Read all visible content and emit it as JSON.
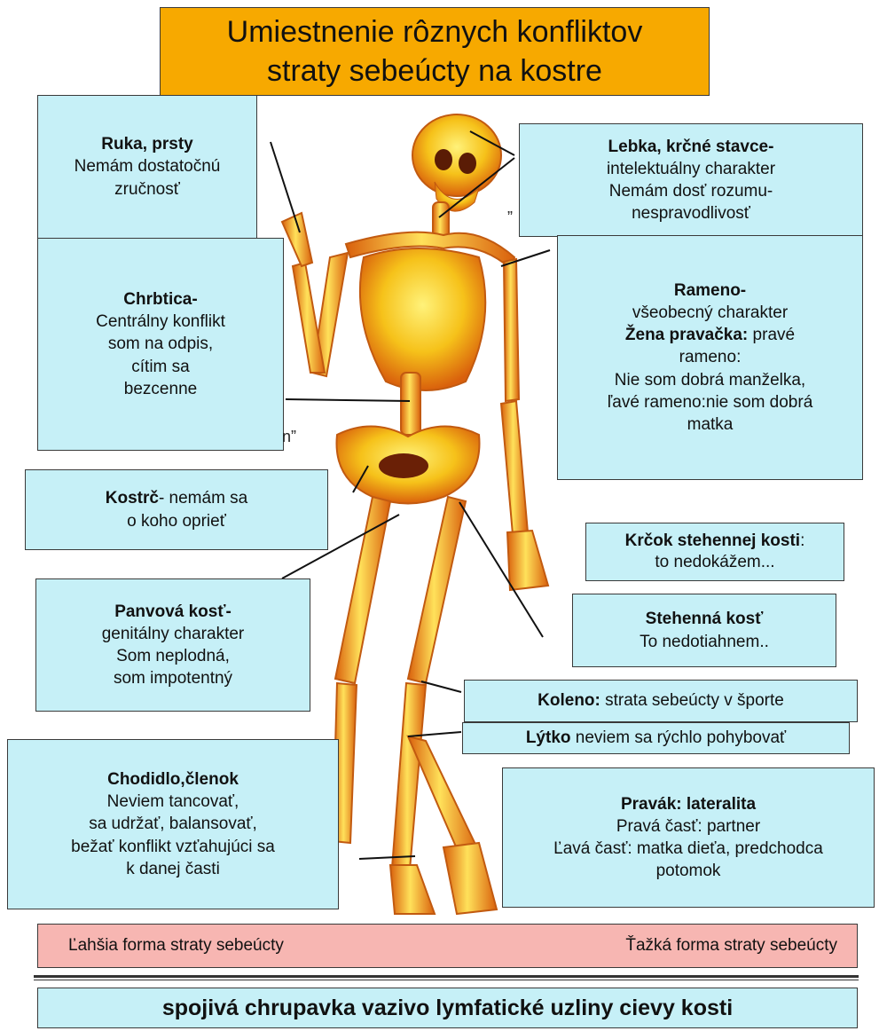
{
  "title": {
    "line1": "Umiestnenie rôznych konfliktov",
    "line2": "straty sebeúcty na kostre"
  },
  "boxes": {
    "hand": {
      "heading": "Ruka, prsty",
      "lines": [
        "Nemám dostatočnú",
        "zručnosť"
      ]
    },
    "skull": {
      "heading": "Lebka, krčné stavce-",
      "lines": [
        "intelektuálny charakter",
        "Nemám dosť rozumu-",
        "nespravodlivosť"
      ]
    },
    "spine": {
      "heading": "Chrbtica-",
      "lines": [
        "Centrálny konflikt",
        "som na odpis,",
        "cítim sa",
        "bezcenne"
      ]
    },
    "shoulder": {
      "heading": "Rameno-",
      "line1": "všeobecný charakter",
      "line2_bold": "Žena pravačka:",
      "line2_rest": " pravé",
      "line3": "rameno:",
      "line4": "Nie som dobrá manželka,",
      "line5": "ľavé rameno:nie som dobrá",
      "line6": "matka"
    },
    "coccyx": {
      "heading": "Kostrč",
      "rest1": "- nemám sa",
      "line2": "o koho oprieť"
    },
    "femur_neck": {
      "heading": "Krčok stehennej kosti",
      "rest": ":",
      "line2": "to nedokážem..."
    },
    "pelvis": {
      "heading": "Panvová kosť-",
      "lines": [
        "genitálny charakter",
        "Som neplodná,",
        "som impotentný"
      ]
    },
    "femur": {
      "heading": "Stehenná kosť",
      "lines": [
        "To nedotiahnem.."
      ]
    },
    "knee": {
      "heading": "Koleno:",
      "rest": " strata  sebeúcty v športe"
    },
    "calf": {
      "heading": "Lýtko",
      "rest": " neviem sa rýchlo pohybovať"
    },
    "foot": {
      "heading": "Chodidlo,členok",
      "lines": [
        "Neviem tancovať,",
        "sa udržať, balansovať,",
        "bežať konflikt vzťahujúci sa",
        "k danej časti"
      ]
    },
    "handedness": {
      "heading": "Pravák: lateralita",
      "lines": [
        "Pravá časť: partner",
        "Ľavá časť: matka dieťa, predchodca",
        "potomok"
      ]
    }
  },
  "fragments": {
    "quote1": "”",
    "quote2": "n”"
  },
  "legend": {
    "light": "Ľahšia forma straty sebeúcty",
    "severe": "Ťažká forma straty sebeúcty"
  },
  "bottom_bar": "spojivá chrupavka vazivo lymfatické uzliny  cievy kosti",
  "colors": {
    "title_bg": "#f7a900",
    "box_bg": "#c6f0f7",
    "legend_bg": "#f7b6b2",
    "bone": "#f6c21a",
    "bone_shade": "#d9600c"
  }
}
